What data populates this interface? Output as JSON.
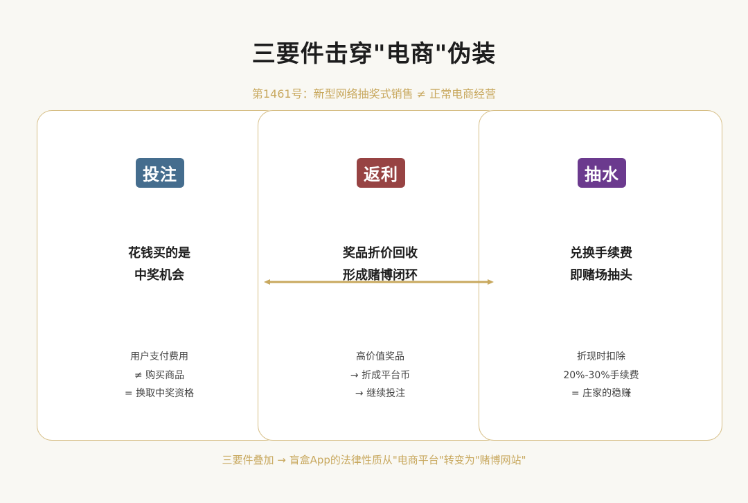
{
  "title": "三要件击穿\"电商\"伪装",
  "subtitle": "第1461号：新型网络抽奖式销售 ≠ 正常电商经营",
  "colors": {
    "background": "#f9f8f3",
    "accent_gold": "#c8a85e",
    "card_border": "#d6bd84",
    "badge_touzhu": "#456d8e",
    "badge_fanli": "#974343",
    "badge_choushui": "#6b3a8e"
  },
  "cards": [
    {
      "badge": "投注",
      "headline": [
        "花钱买的是",
        "中奖机会"
      ],
      "details": [
        "用户支付费用",
        "≠ 购买商品",
        "= 换取中奖资格"
      ]
    },
    {
      "badge": "返利",
      "headline": [
        "奖品折价回收",
        "形成赌博闭环"
      ],
      "details": [
        "高价值奖品",
        "→ 折成平台币",
        "→ 继续投注"
      ]
    },
    {
      "badge": "抽水",
      "headline": [
        "兑换手续费",
        "即赌场抽头"
      ],
      "details": [
        "折现时扣除",
        "20%-30%手续费",
        "= 庄家的稳赚"
      ]
    }
  ],
  "connector_icon": "double-arrow",
  "footer": "三要件叠加 → 盲盒App的法律性质从\"电商平台\"转变为\"赌博网站\""
}
